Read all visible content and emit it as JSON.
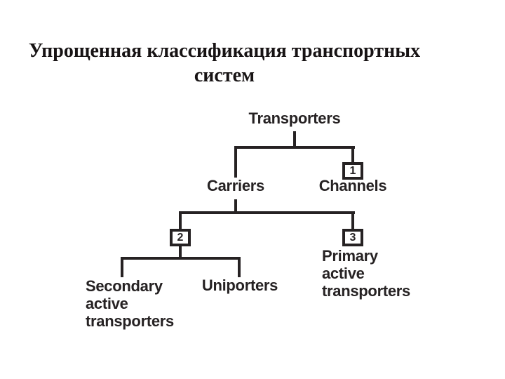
{
  "title": {
    "text": "Упрощенная классификация транспортных\nсистем"
  },
  "tree": {
    "root_label": "Transporters",
    "carriers_label": "Carriers",
    "channels_label": "Channels",
    "channels_badge": "1",
    "carriers_split_badge": "2",
    "secondary_label": "Secondary\nactive\ntransporters",
    "uniporters_label": "Uniporters",
    "primary_badge": "3",
    "primary_label": "Primary\nactive\ntransporters"
  },
  "colors": {
    "background": "#ffffff",
    "title_ink": "#171314",
    "diagram_ink": "#262223"
  }
}
